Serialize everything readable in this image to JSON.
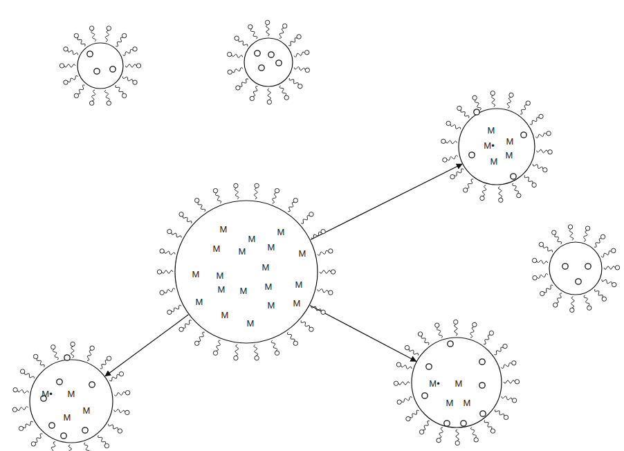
{
  "diagram": {
    "nodes": [
      {
        "text": [
          "M",
          "M",
          "M",
          "M",
          "M",
          "M",
          "M",
          "M",
          "M",
          "M",
          "M",
          "M",
          "M",
          "M",
          "M",
          "M",
          "M",
          "M",
          "M"
        ]
      },
      {
        "text": [
          "M",
          "M•",
          "M",
          "M",
          "M"
        ]
      },
      {
        "text": [
          "M•",
          "M",
          "M",
          "M"
        ]
      },
      {
        "text": [
          "M•",
          "M",
          "M",
          "M"
        ]
      }
    ],
    "edges": [
      {
        "from": 0,
        "to": 1,
        "arrow": "to"
      },
      {
        "from": 0,
        "to": 2,
        "arrow": "to"
      },
      {
        "from": 0,
        "to": 3,
        "arrow": "to"
      }
    ]
  }
}
